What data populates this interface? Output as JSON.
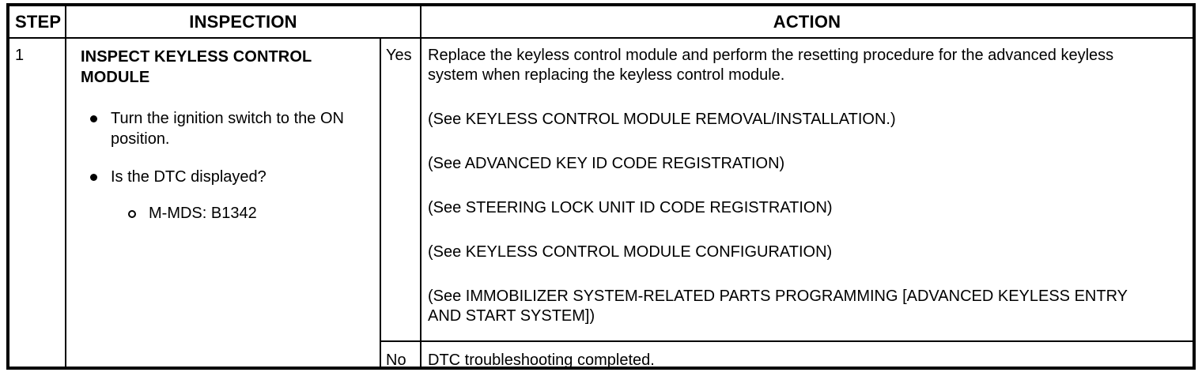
{
  "table": {
    "headers": {
      "step": "STEP",
      "inspection": "INSPECTION",
      "action": "ACTION"
    },
    "row": {
      "step_number": "1",
      "inspection": {
        "title": "INSPECT KEYLESS CONTROL MODULE",
        "bullets": [
          "Turn the ignition switch to the ON position.",
          "Is the DTC displayed?"
        ],
        "sub_bullets": [
          "M-MDS: B1342"
        ]
      },
      "judgements": {
        "yes": "Yes",
        "no": "No"
      },
      "action_yes": [
        "Replace the keyless control module and perform the resetting procedure for the advanced keyless system when replacing the keyless control module.",
        "(See KEYLESS CONTROL MODULE REMOVAL/INSTALLATION.)",
        "(See ADVANCED KEY ID CODE REGISTRATION)",
        "(See STEERING LOCK UNIT ID CODE REGISTRATION)",
        "(See KEYLESS CONTROL MODULE CONFIGURATION)",
        "(See IMMOBILIZER SYSTEM-RELATED PARTS PROGRAMMING [ADVANCED KEYLESS ENTRY AND START SYSTEM])"
      ],
      "action_no": "DTC troubleshooting completed."
    }
  },
  "colors": {
    "border": "#000000",
    "text": "#000000",
    "background": "#ffffff"
  }
}
